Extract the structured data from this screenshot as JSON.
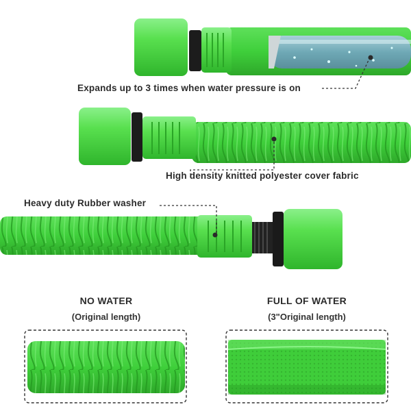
{
  "annotations": {
    "expands": "Expands up to 3 times when water pressure is on",
    "cover_fabric": "High density knitted polyester cover fabric",
    "washer": "Heavy duty Rubber washer"
  },
  "comparison": {
    "no_water": {
      "title": "NO WATER",
      "subtitle": "(Original length)"
    },
    "full_of_water": {
      "title": "FULL OF WATER",
      "subtitle": "(3\"Original length)"
    }
  },
  "colors": {
    "hose_green": "#3fce3a",
    "connector_green": "#55e44e",
    "inner_tube": "#7fb3bf",
    "dark_washer": "#1c1c1c",
    "text": "#2b2b2b"
  }
}
